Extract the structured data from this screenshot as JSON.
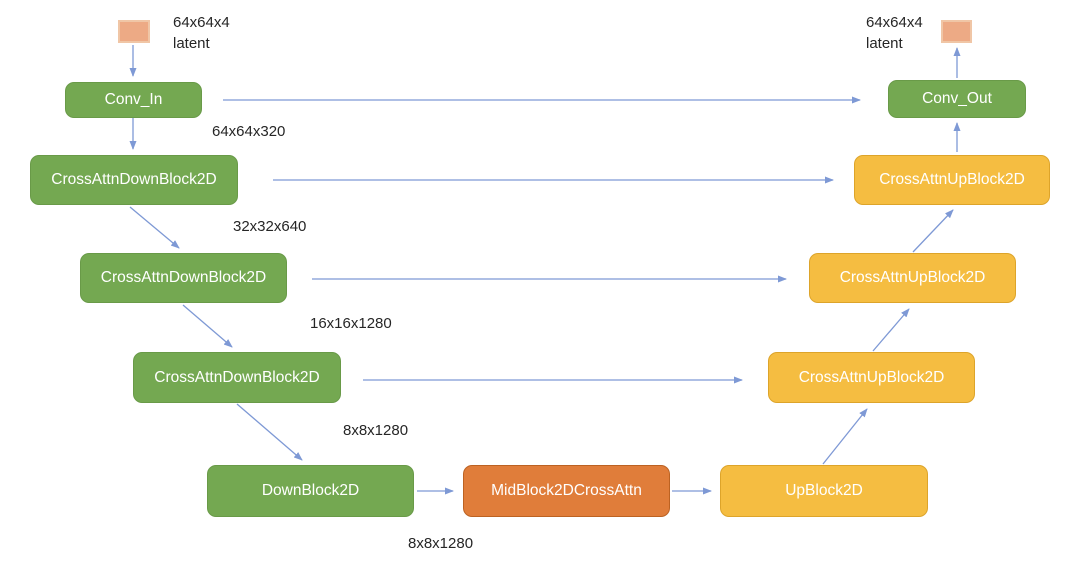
{
  "diagram": {
    "colors": {
      "down_block_green": "#74a851",
      "mid_block_orange": "#e07d3a",
      "up_block_yellow": "#f5bd41",
      "latent_peach": "#edaa85",
      "arrow_blue": "#7e99d5",
      "label_text": "#262626",
      "block_text": "#ffffff"
    },
    "latent_input": {
      "dims": "64x64x4",
      "name": "latent"
    },
    "latent_output": {
      "dims": "64x64x4",
      "name": "latent"
    },
    "encoder": {
      "conv_in": "Conv_In",
      "down_block_1": "CrossAttnDownBlock2D",
      "down_block_2": "CrossAttnDownBlock2D",
      "down_block_3": "CrossAttnDownBlock2D",
      "down_block_4": "DownBlock2D"
    },
    "bottleneck": {
      "mid_block": "MidBlock2DCrossAttn"
    },
    "decoder": {
      "up_block_1": "UpBlock2D",
      "up_block_2": "CrossAttnUpBlock2D",
      "up_block_3": "CrossAttnUpBlock2D",
      "up_block_4": "CrossAttnUpBlock2D",
      "conv_out": "Conv_Out"
    },
    "feature_dims": {
      "after_conv_in": "64x64x320",
      "after_down_1": "32x32x640",
      "after_down_2": "16x16x1280",
      "after_down_3": "8x8x1280",
      "after_down_4": "8x8x1280"
    }
  }
}
